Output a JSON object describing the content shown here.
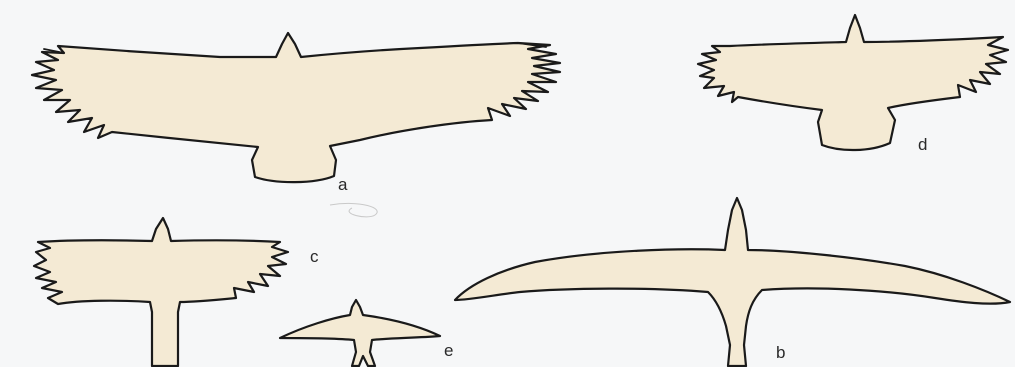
{
  "figure": {
    "silhouettes": [
      {
        "id": "a",
        "label": "a"
      },
      {
        "id": "b",
        "label": "b"
      },
      {
        "id": "c",
        "label": "c"
      },
      {
        "id": "d",
        "label": "d"
      },
      {
        "id": "e",
        "label": "e"
      }
    ]
  },
  "colors": {
    "silhouette_fill": "#f4ead4",
    "outline": "#1a1a1a",
    "background": "#f6f7f8"
  }
}
